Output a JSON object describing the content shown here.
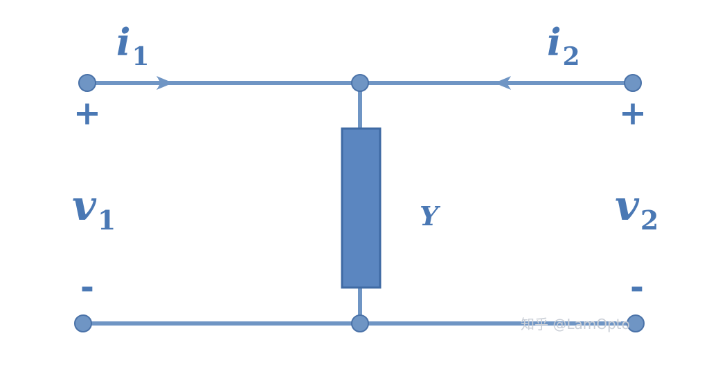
{
  "diagram": {
    "current_1": {
      "symbol": "i",
      "subscript": "1"
    },
    "current_2": {
      "symbol": "i",
      "subscript": "2"
    },
    "voltage_1": {
      "symbol": "v",
      "subscript": "1"
    },
    "voltage_2": {
      "symbol": "v",
      "subscript": "2"
    },
    "admittance_label": "Y",
    "port1_plus": "+",
    "port1_minus": "-",
    "port2_plus": "+",
    "port2_minus": "-",
    "watermark": "知乎 @LamOpto"
  },
  "colors": {
    "wire": "#6f95c4",
    "component_fill": "#5b86c0",
    "label": "#4a78b4"
  }
}
